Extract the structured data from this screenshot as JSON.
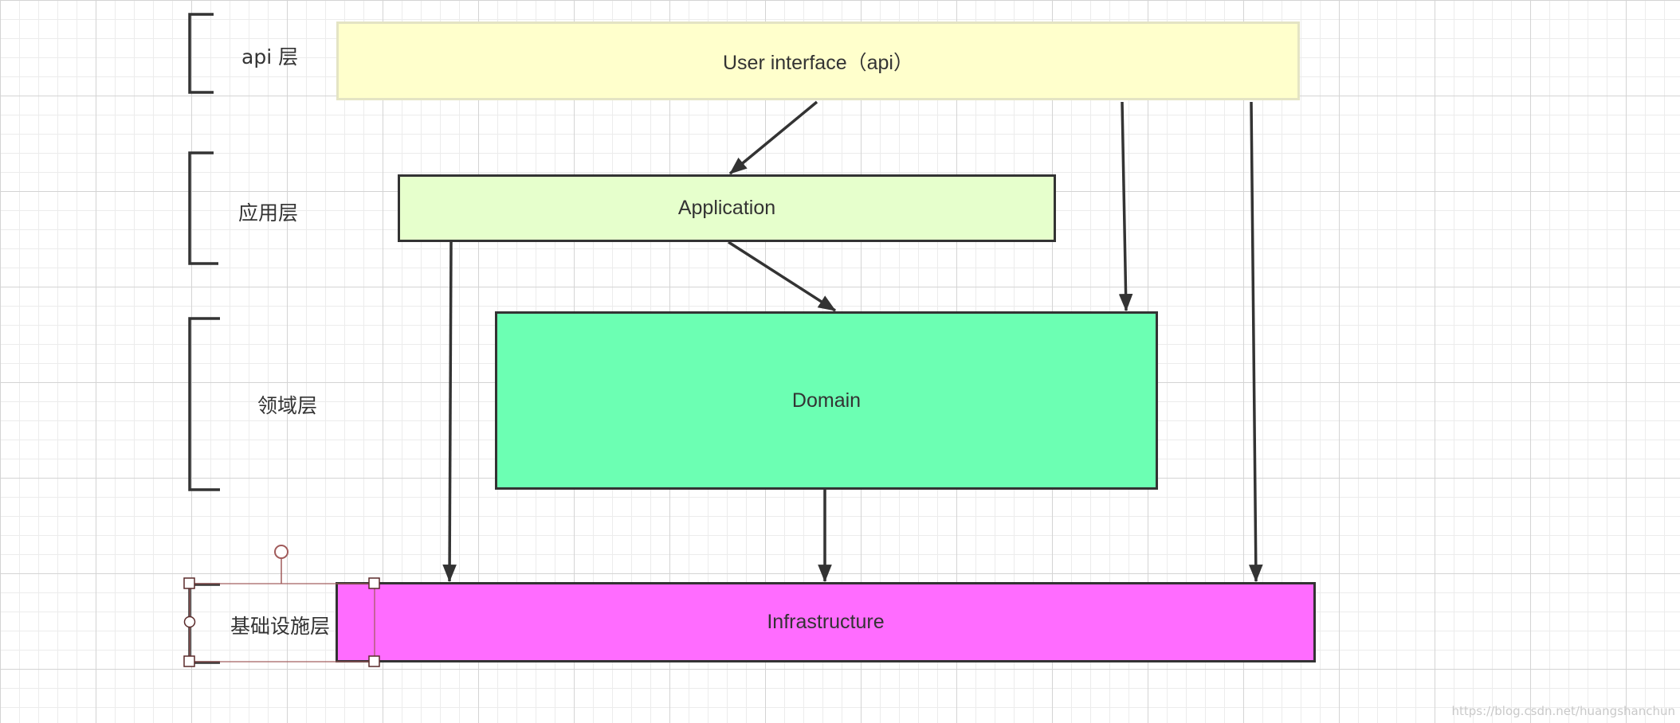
{
  "layers": [
    {
      "key": "api",
      "label": "api 层"
    },
    {
      "key": "application",
      "label": "应用层"
    },
    {
      "key": "domain",
      "label": "领域层"
    },
    {
      "key": "infrastructure",
      "label": "基础设施层"
    }
  ],
  "boxes": {
    "user_interface": {
      "label": "User interface（api）",
      "color": "#ffffcc"
    },
    "application": {
      "label": "Application",
      "color": "#e6ffcc"
    },
    "domain": {
      "label": "Domain",
      "color": "#6cffb3"
    },
    "infrastructure": {
      "label": "Infrastructure",
      "color": "#ff6cff"
    }
  },
  "watermark": "https://blog.csdn.net/huangshanchun",
  "colors": {
    "arrow": "#333333",
    "selection": "#a05a5a",
    "bracket": "#333333"
  }
}
